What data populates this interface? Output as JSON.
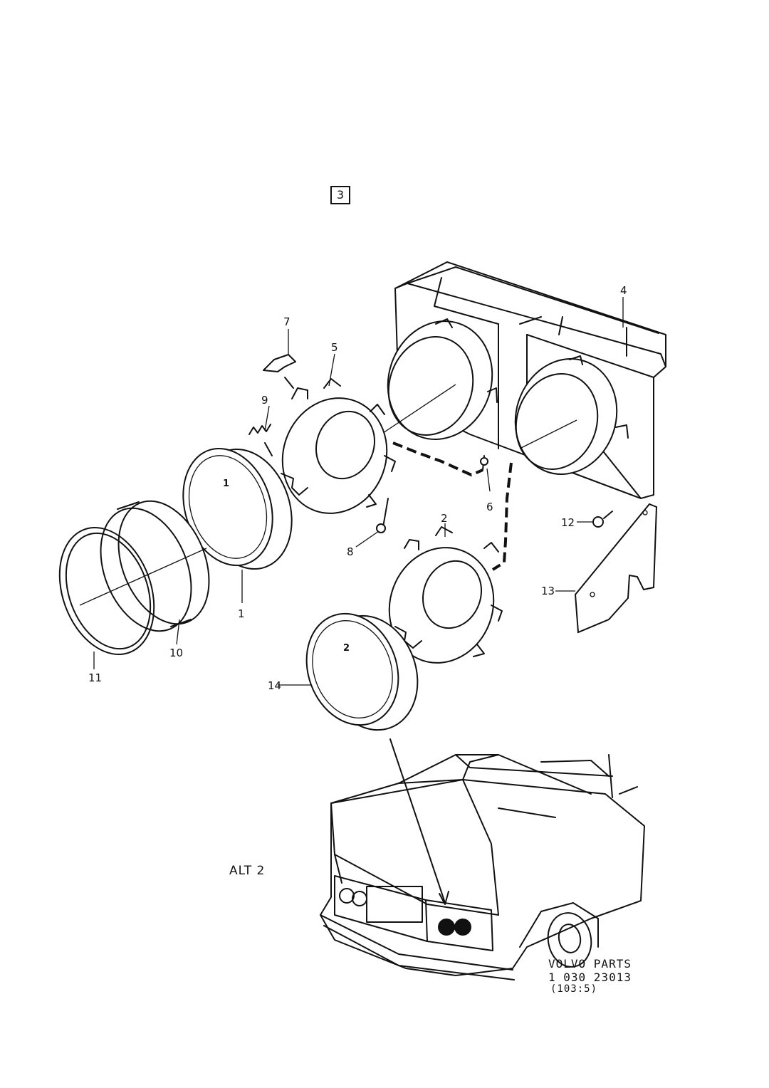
{
  "page_box": "3",
  "alt_label": "ALT 2",
  "footer": {
    "line1": "VOLVO PARTS",
    "line2": "1 030  23013",
    "line3": "(103:5)"
  },
  "callouts": [
    "1",
    "2",
    "4",
    "5",
    "6",
    "7",
    "8",
    "9",
    "10",
    "11",
    "12",
    "13",
    "14",
    "1",
    "2"
  ]
}
